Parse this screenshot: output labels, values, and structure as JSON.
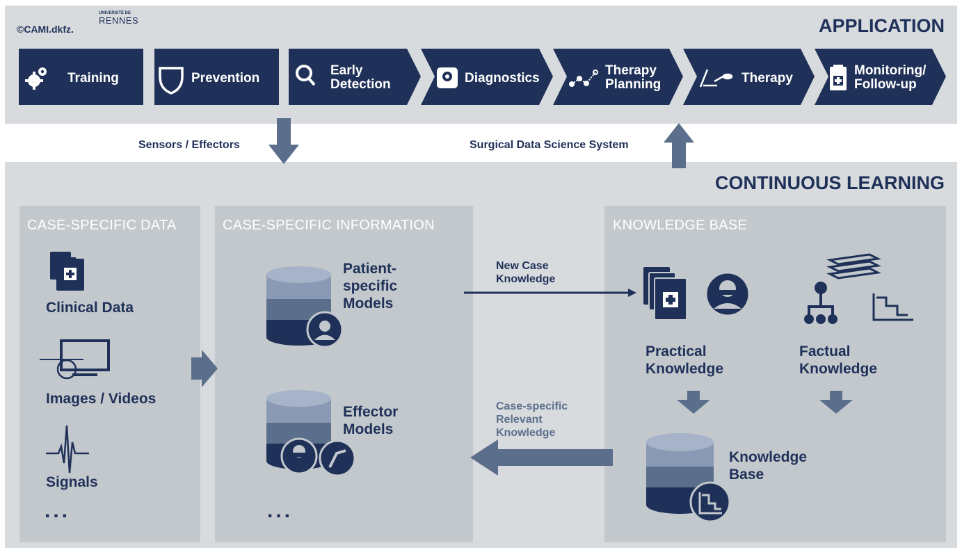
{
  "logos": {
    "cami_dkfz": "©CAMI.dkfz.",
    "rennes_top": "UNIVERSITÉ DE",
    "rennes_main": "RENNES"
  },
  "application": {
    "title": "APPLICATION",
    "steps": [
      {
        "label_lines": [
          "Training"
        ],
        "icon": "gears-icon"
      },
      {
        "label_lines": [
          "Prevention"
        ],
        "icon": "shield-icon"
      },
      {
        "label_lines": [
          "Early",
          "Detection"
        ],
        "icon": "magnifier-icon"
      },
      {
        "label_lines": [
          "Diagnostics"
        ],
        "icon": "ct-scanner-icon"
      },
      {
        "label_lines": [
          "Therapy",
          "Planning"
        ],
        "icon": "path-plan-icon"
      },
      {
        "label_lines": [
          "Therapy"
        ],
        "icon": "surgical-tool-icon"
      },
      {
        "label_lines": [
          "Monitoring/",
          "Follow-up"
        ],
        "icon": "clipboard-icon"
      }
    ]
  },
  "connectors": {
    "sensors_effectors": "Sensors / Effectors",
    "sds_system": "Surgical Data Science System"
  },
  "continuous_learning": {
    "title": "CONTINUOUS LEARNING",
    "case_specific_data": {
      "title": "CASE-SPECIFIC DATA",
      "items": [
        "Clinical Data",
        "Images / Videos",
        "Signals"
      ],
      "more": "..."
    },
    "case_specific_information": {
      "title": "CASE-SPECIFIC INFORMATION",
      "patient_models": [
        "Patient-",
        "specific",
        "Models"
      ],
      "effector_models": [
        "Effector",
        "Models"
      ],
      "more": "..."
    },
    "knowledge_base": {
      "title": "KNOWLEDGE BASE",
      "practical": [
        "Practical",
        "Knowledge"
      ],
      "factual": [
        "Factual",
        "Knowledge"
      ],
      "base": [
        "Knowledge",
        "Base"
      ]
    },
    "arrows": {
      "new_case": [
        "New Case",
        "Knowledge"
      ],
      "relevant": [
        "Case-specific",
        "Relevant",
        "Knowledge"
      ]
    }
  },
  "colors": {
    "navy": "#1f3159",
    "slate": "#5b6f8c",
    "band": "#d8dbde",
    "panel": "#c3c8cd",
    "db_light": "#8a9ab5",
    "db_mid": "#5b6f8c"
  }
}
